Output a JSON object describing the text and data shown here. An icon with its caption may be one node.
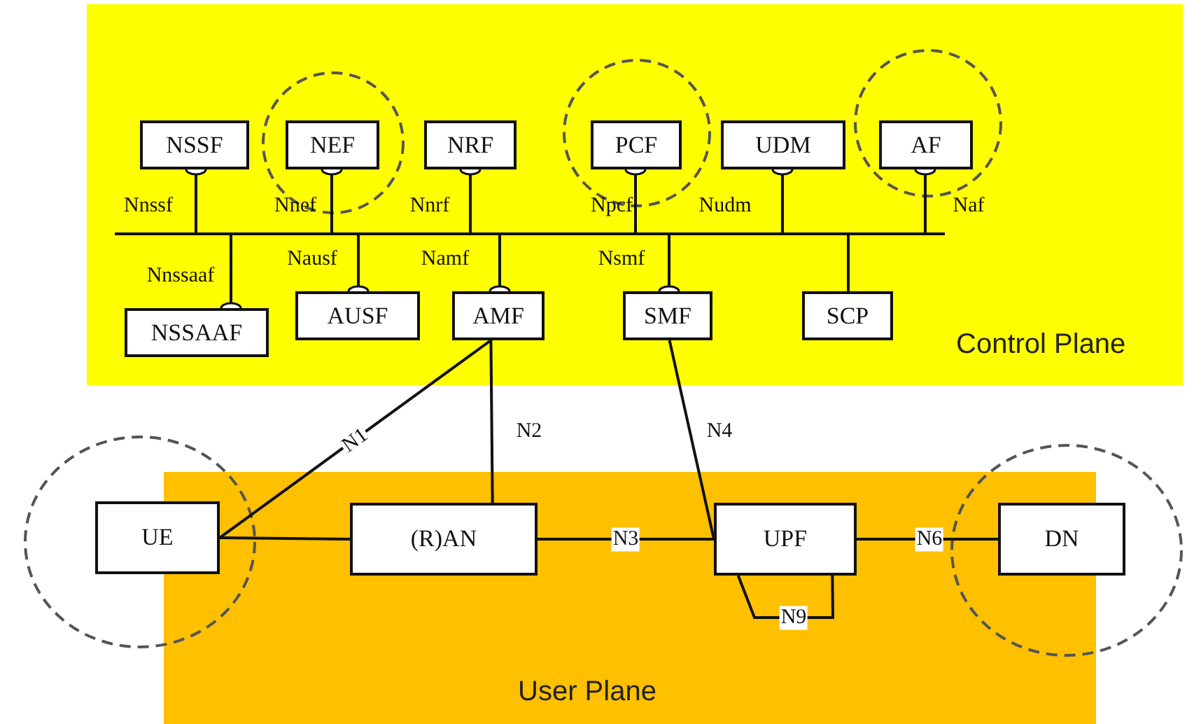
{
  "diagram": {
    "nodes": [
      {
        "text": [
          "Control Plane"
        ]
      },
      {
        "text": [
          "User Plane"
        ]
      },
      {
        "text": [
          "NSSF"
        ],
        "in": 0
      },
      {
        "text": [
          "NEF"
        ],
        "in": 0
      },
      {
        "text": [
          "NRF"
        ],
        "in": 0
      },
      {
        "text": [
          "PCF"
        ],
        "in": 0
      },
      {
        "text": [
          "UDM"
        ],
        "in": 0
      },
      {
        "text": [
          "AF"
        ],
        "in": 0
      },
      {
        "text": [],
        "shape": "bar",
        "in": 0
      },
      {
        "text": [
          "NSSAAF"
        ],
        "in": 0
      },
      {
        "text": [
          "AUSF"
        ],
        "in": 0
      },
      {
        "text": [
          "AMF"
        ],
        "in": 0
      },
      {
        "text": [
          "SMF"
        ],
        "in": 0
      },
      {
        "text": [
          "SCP"
        ],
        "in": 0
      },
      {
        "text": [
          "UE"
        ]
      },
      {
        "text": [
          "(R)AN"
        ],
        "in": 1
      },
      {
        "text": [
          "UPF"
        ],
        "in": 1
      },
      {
        "text": [
          "DN"
        ]
      }
    ],
    "edges": [
      {
        "from": 2,
        "to": 8,
        "arrow": "other",
        "label": "Nnssf"
      },
      {
        "from": 3,
        "to": 8,
        "arrow": "other",
        "label": "Nnef"
      },
      {
        "from": 4,
        "to": 8,
        "arrow": "other",
        "label": "Nnrf"
      },
      {
        "from": 5,
        "to": 8,
        "arrow": "other",
        "label": "Npcf"
      },
      {
        "from": 6,
        "to": 8,
        "arrow": "other",
        "label": "Nudm"
      },
      {
        "from": 7,
        "to": 8,
        "arrow": "other",
        "label": "Naf"
      },
      {
        "from": 9,
        "to": 8,
        "arrow": "other",
        "label": "Nnssaaf"
      },
      {
        "from": 10,
        "to": 8,
        "arrow": "other",
        "label": "Nausf"
      },
      {
        "from": 11,
        "to": 8,
        "arrow": "other",
        "label": "Namf"
      },
      {
        "from": 12,
        "to": 8,
        "arrow": "other",
        "label": "Nsmf"
      },
      {
        "from": 13,
        "to": 8,
        "arrow": "none"
      },
      {
        "from": 14,
        "to": 11,
        "arrow": "none",
        "label": "N1"
      },
      {
        "from": 14,
        "to": 15,
        "arrow": "none"
      },
      {
        "from": 15,
        "to": 11,
        "arrow": "none",
        "label": "N2"
      },
      {
        "from": 15,
        "to": 16,
        "arrow": "none",
        "label": "N3"
      },
      {
        "from": 12,
        "to": 16,
        "arrow": "none",
        "label": "N4"
      },
      {
        "from": 16,
        "to": 17,
        "arrow": "none",
        "label": "N6"
      },
      {
        "from": 16,
        "to": 16,
        "arrow": "none",
        "label": "N9"
      }
    ]
  }
}
